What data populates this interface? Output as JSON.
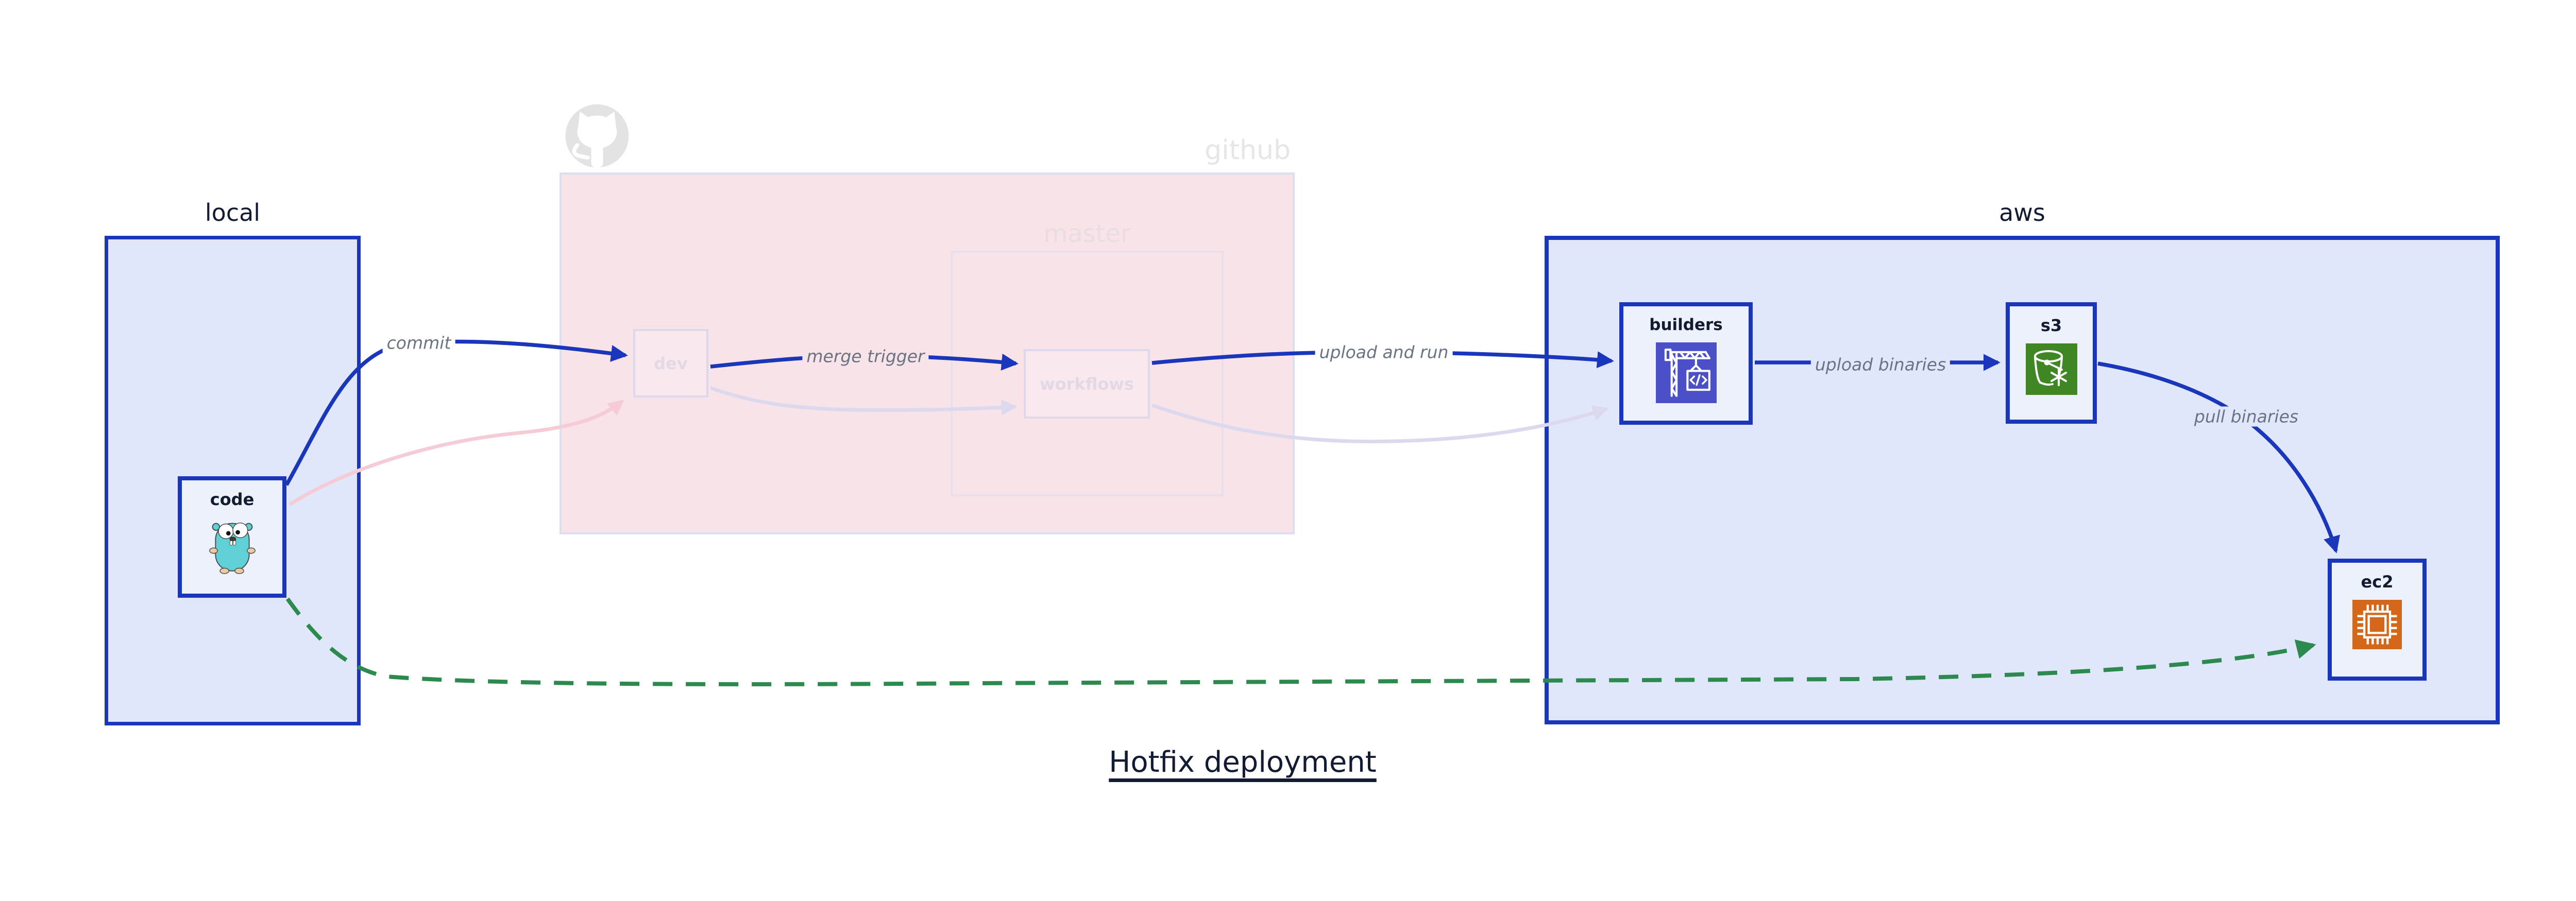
{
  "title": "Hotfix deployment",
  "groups": {
    "local": {
      "label": "local"
    },
    "github": {
      "label": "github",
      "logo_icon": "github-octocat-icon"
    },
    "master": {
      "label": "master"
    },
    "aws": {
      "label": "aws"
    }
  },
  "nodes": {
    "code": {
      "label": "code",
      "icon": "go-gopher-icon"
    },
    "dev": {
      "label": "dev"
    },
    "workflows": {
      "label": "workflows"
    },
    "builders": {
      "label": "builders",
      "icon": "aws-codebuild-icon"
    },
    "s3": {
      "label": "s3",
      "icon": "aws-s3-glacier-bucket-icon"
    },
    "ec2": {
      "label": "ec2",
      "icon": "aws-ec2-chip-icon"
    }
  },
  "edges": {
    "commit": {
      "label": "commit"
    },
    "merge_trigger": {
      "label": "merge trigger"
    },
    "upload_and_run": {
      "label": "upload and run"
    },
    "upload_binaries": {
      "label": "upload binaries"
    },
    "pull_binaries": {
      "label": "pull binaries"
    }
  },
  "colors": {
    "accent_blue": "#1a36bb",
    "group_fill_blue": "#e1e7fa",
    "group_fill_pink": "#f8e3e8",
    "node_fill": "#edf1fb",
    "hotfix_green": "#2c8a4e",
    "faded_pink_edge": "#f5ccd6",
    "faded_lavender_edge": "#dcd9ee",
    "label_navy": "#131b33",
    "edge_label_gray": "#6a7383",
    "codebuild_indigo": "#4b50c8",
    "s3_glacier_green": "#3f8624",
    "ec2_orange": "#d3671a",
    "gopher_teal": "#5fd0d6"
  }
}
